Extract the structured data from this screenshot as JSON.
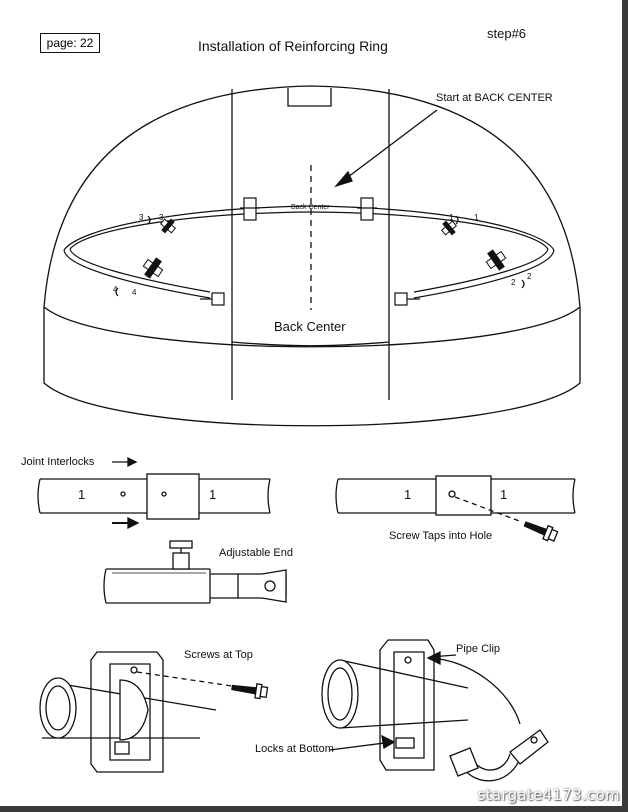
{
  "page_label": "page: 22",
  "title": "Installation of Reinforcing Ring",
  "step": "step#6",
  "callouts": {
    "start_at": "Start at BACK CENTER",
    "ring_label": "Back Center",
    "back_center": "Back  Center",
    "joint_interlocks": "Joint Interlocks",
    "screw_taps": "Screw Taps into Hole",
    "adjustable_end": "Adjustable End",
    "screws_at_top": "Screws at Top",
    "pipe_clip": "Pipe Clip",
    "locks_at_bottom": "Locks at Bottom"
  },
  "ring_markers": [
    "3",
    "3",
    "4",
    "4",
    "1",
    "1",
    "2",
    "2"
  ],
  "joint_numbers": [
    "1",
    "1",
    "1",
    "1"
  ],
  "watermark": "stargate4173.com"
}
